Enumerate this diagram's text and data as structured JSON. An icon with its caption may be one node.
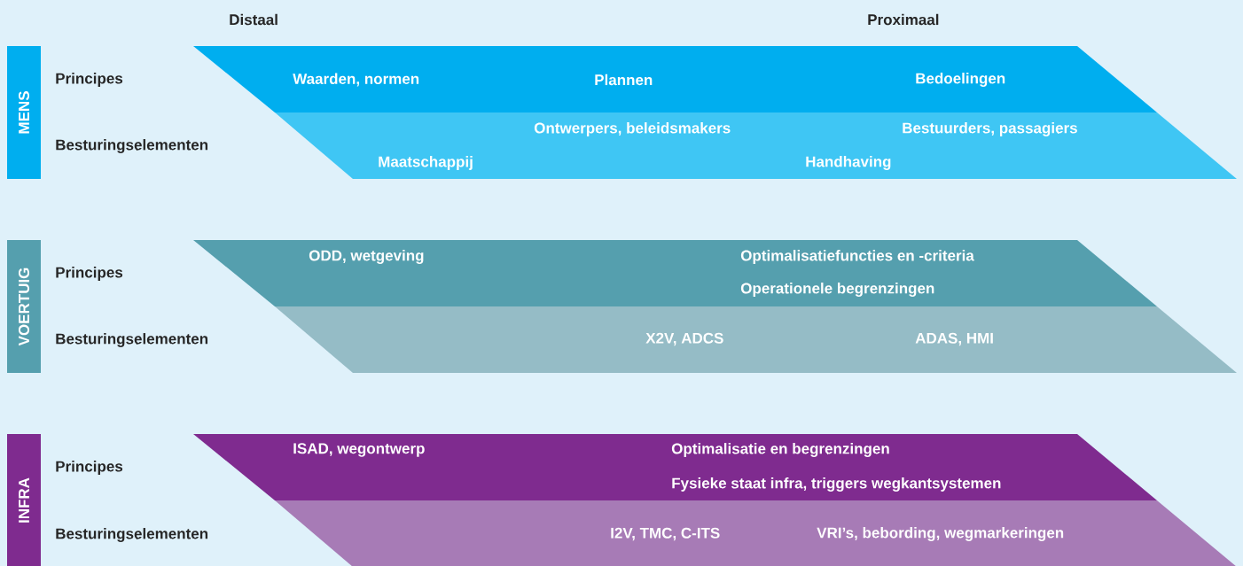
{
  "diagram": {
    "nodes": [
      {
        "text": [
          "MENS"
        ]
      },
      {
        "text": [
          "Waarden, normen",
          "Plannen",
          "Bedoelingen"
        ]
      },
      {
        "text": [
          "Ontwerpers, beleidsmakers",
          "Bestuurders, passagiers",
          "Maatschappij",
          "Handhaving"
        ]
      },
      {
        "text": [
          "VOERTUIG"
        ]
      },
      {
        "text": [
          "ODD, wetgeving",
          "Optimalisatiefuncties en -criteria",
          "Operationele begrenzingen"
        ]
      },
      {
        "text": [
          "X2V, ADCS",
          "ADAS, HMI"
        ]
      },
      {
        "text": [
          "INFRA"
        ]
      },
      {
        "text": [
          "ISAD, wegontwerp",
          "Optimalisatie en begrenzingen",
          "Fysieke staat infra, triggers wegkantsystemen"
        ]
      },
      {
        "text": [
          "I2V, TMC, C-ITS",
          "VRI’s, bebording, wegmarkeringen"
        ]
      }
    ],
    "labels": [
      "Distaal",
      "Proximaal",
      "Principes",
      "Besturingselementen",
      "Principes",
      "Besturingselementen",
      "Principes",
      "Besturingselementen"
    ]
  }
}
